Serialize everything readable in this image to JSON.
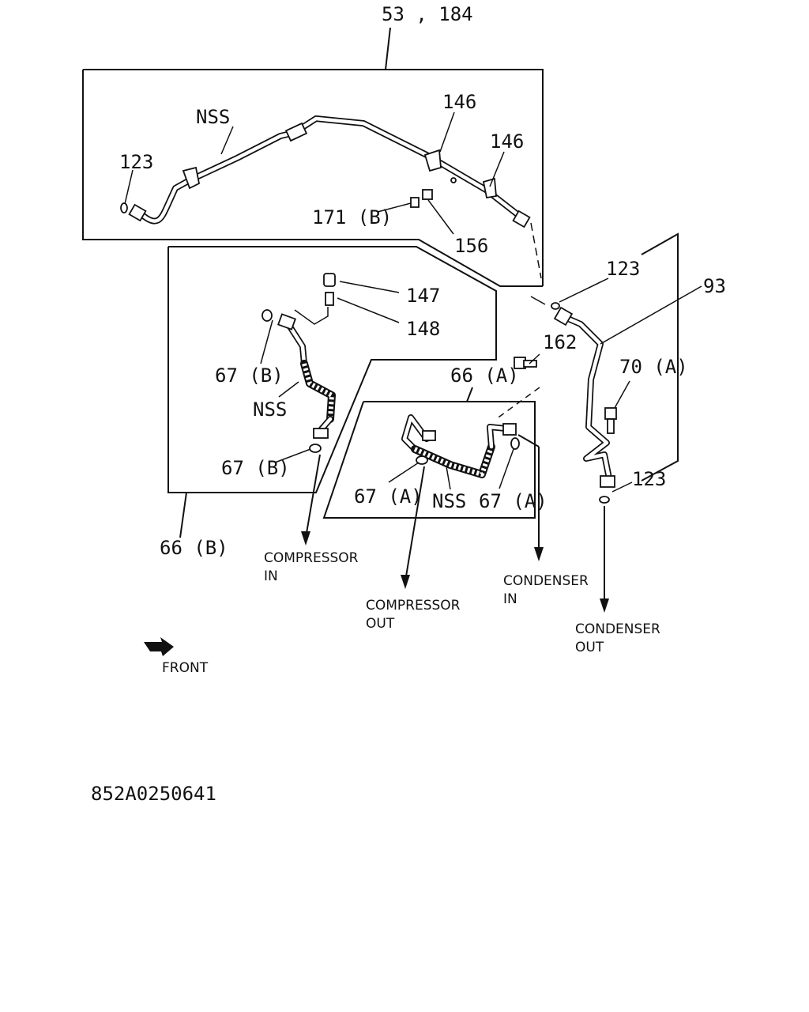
{
  "diagram": {
    "labels": {
      "top_assembly": "53 , 184",
      "nss_top": "NSS",
      "p146_a": "146",
      "p146_b": "146",
      "p123_top": "123",
      "p171b": "171 (B)",
      "p156": "156",
      "p123_mid": "123",
      "p93": "93",
      "p147": "147",
      "p148": "148",
      "p162": "162",
      "p67b_a": "67 (B)",
      "p66a": "66 (A)",
      "p70a": "70 (A)",
      "nss_left": "NSS",
      "p67b_b": "67 (B)",
      "p123_low": "123",
      "p67a_a": "67 (A)",
      "nss_low": "NSS",
      "p67a_b": "67 (A)",
      "p66b": "66 (B)"
    },
    "flows": {
      "compressor_in_1": "COMPRESSOR",
      "compressor_in_2": "IN",
      "compressor_out_1": "COMPRESSOR",
      "compressor_out_2": "OUT",
      "condenser_in_1": "CONDENSER",
      "condenser_in_2": "IN",
      "condenser_out_1": "CONDENSER",
      "condenser_out_2": "OUT"
    },
    "front": "FRONT",
    "drawing_code": "852A0250641"
  }
}
